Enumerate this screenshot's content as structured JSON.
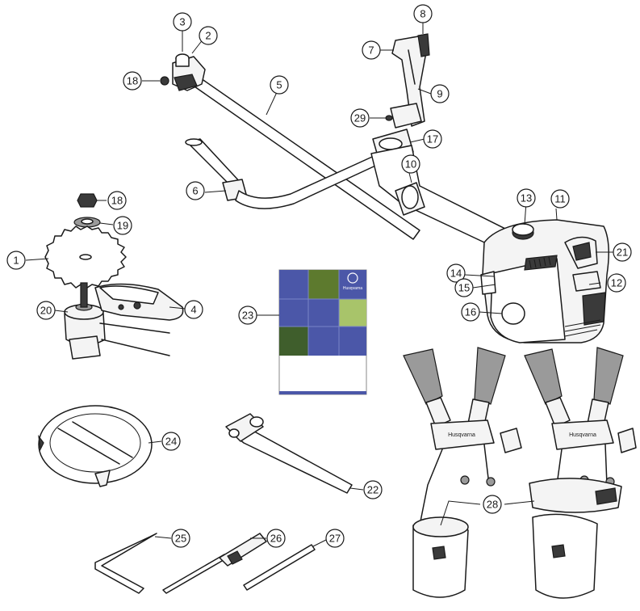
{
  "diagram": {
    "callouts": [
      {
        "id": "c1",
        "label": "1"
      },
      {
        "id": "c2",
        "label": "2"
      },
      {
        "id": "c3",
        "label": "3"
      },
      {
        "id": "c4",
        "label": "4"
      },
      {
        "id": "c5",
        "label": "5"
      },
      {
        "id": "c6",
        "label": "6"
      },
      {
        "id": "c7",
        "label": "7"
      },
      {
        "id": "c8",
        "label": "8"
      },
      {
        "id": "c9",
        "label": "9"
      },
      {
        "id": "c10",
        "label": "10"
      },
      {
        "id": "c11",
        "label": "11"
      },
      {
        "id": "c12",
        "label": "12"
      },
      {
        "id": "c13",
        "label": "13"
      },
      {
        "id": "c14",
        "label": "14"
      },
      {
        "id": "c15",
        "label": "15"
      },
      {
        "id": "c16",
        "label": "16"
      },
      {
        "id": "c17",
        "label": "17"
      },
      {
        "id": "c18a",
        "label": "18"
      },
      {
        "id": "c18b",
        "label": "18"
      },
      {
        "id": "c19",
        "label": "19"
      },
      {
        "id": "c20",
        "label": "20"
      },
      {
        "id": "c21",
        "label": "21"
      },
      {
        "id": "c22",
        "label": "22"
      },
      {
        "id": "c23",
        "label": "23"
      },
      {
        "id": "c24",
        "label": "24"
      },
      {
        "id": "c25",
        "label": "25"
      },
      {
        "id": "c26",
        "label": "26"
      },
      {
        "id": "c27",
        "label": "27"
      },
      {
        "id": "c28",
        "label": "28"
      },
      {
        "id": "c29",
        "label": "29"
      }
    ],
    "manual": {
      "brand": "Husqvarna",
      "colors": {
        "cover": "#4b57a8",
        "photo_green": "#5d7a2e",
        "photo_light": "#a8c46a"
      }
    },
    "harness_brand": "Husqvarna"
  }
}
